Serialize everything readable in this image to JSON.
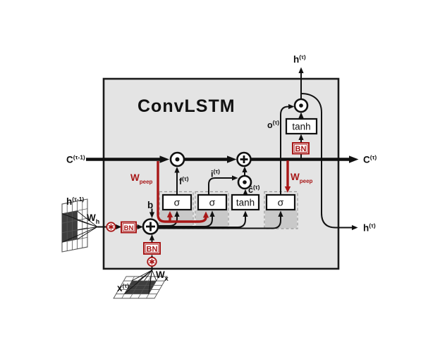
{
  "title": "ConvLSTM",
  "colors": {
    "accent_red": "#a81717",
    "cell_fill": "#e4e4e4",
    "gate_shade": "#c9c9c9",
    "ink": "#111111"
  },
  "io": {
    "c_in": {
      "base": "C",
      "sup": "(τ-1)"
    },
    "c_out": {
      "base": "C",
      "sup": "(τ)"
    },
    "h_in": {
      "base": "h",
      "sup": "(τ-1)"
    },
    "h_out_top": {
      "base": "h",
      "sup": "(τ)"
    },
    "h_out_right": {
      "base": "h",
      "sup": "(τ)"
    },
    "x_in": {
      "base": "x",
      "sup": "(τ)"
    }
  },
  "params": {
    "w_h": {
      "base": "W",
      "sub": "h"
    },
    "w_x": {
      "base": "W",
      "sub": "x"
    },
    "w_peep_left": {
      "base": "W",
      "sub": "peep"
    },
    "w_peep_right": {
      "base": "W",
      "sub": "peep"
    },
    "bias": "b"
  },
  "signals": {
    "forget": {
      "base": "f",
      "sup": "(τ)"
    },
    "input": {
      "base": "i",
      "sup": "(τ)"
    },
    "candidate": {
      "base": "ĉ",
      "sup": "(τ)"
    },
    "output": {
      "base": "o",
      "sup": "(τ)"
    }
  },
  "nodes": {
    "sigma_forget": "σ",
    "sigma_input": "σ",
    "sigma_output": "σ",
    "tanh_candidate": "tanh",
    "tanh_cell": "tanh",
    "bn_h": "BN",
    "bn_x": "BN",
    "bn_c": "BN"
  }
}
